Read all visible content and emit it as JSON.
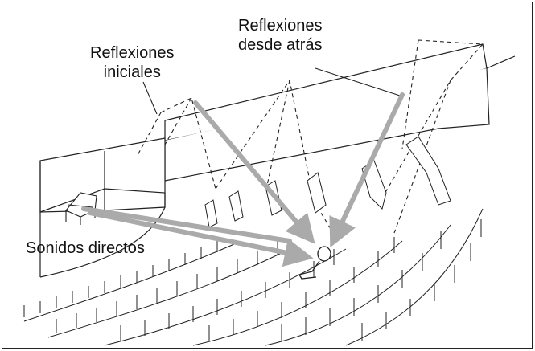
{
  "labels": {
    "early_reflections": [
      "Reflexiones",
      "iniciales"
    ],
    "rear_reflections": [
      "Reflexiones",
      "desde atrás"
    ],
    "direct_sounds": "Sonidos directos"
  },
  "colors": {
    "line": "#222222",
    "arrow": "#aaaaaa",
    "background": "#ffffff"
  },
  "icons": [
    "grand-piano-icon",
    "listener-icon",
    "theater-seat-icon"
  ]
}
